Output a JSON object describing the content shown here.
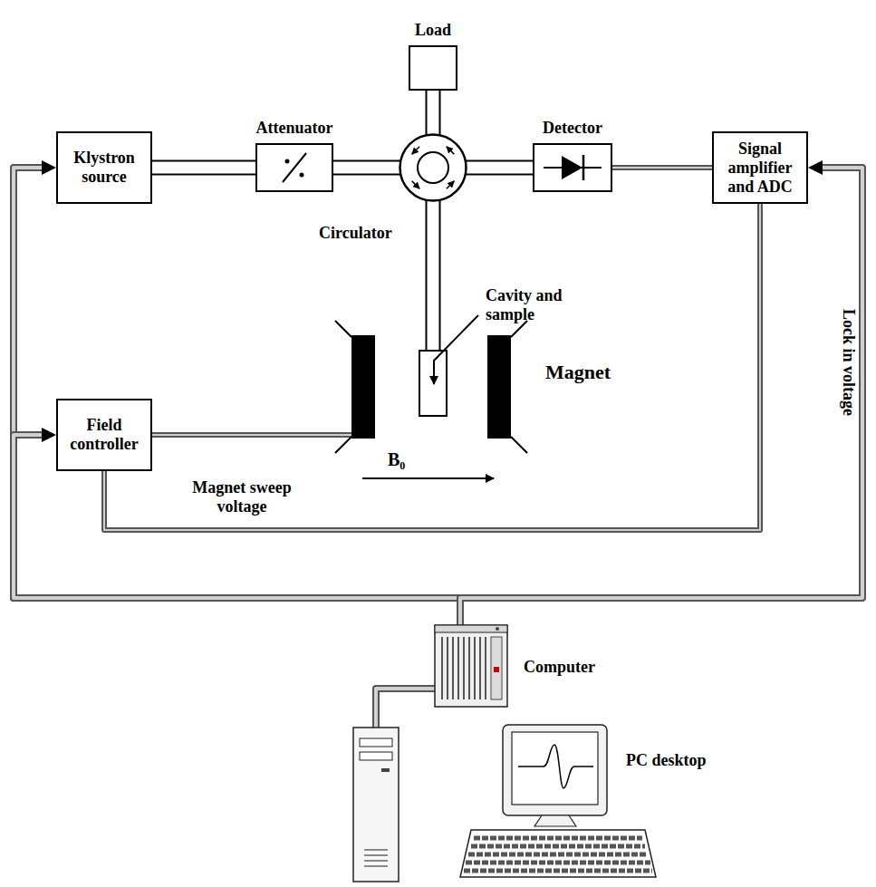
{
  "diagram": {
    "nodes": [
      {
        "text": [
          "Klystron source"
        ]
      },
      {
        "text": [
          "Attenuator"
        ]
      },
      {
        "text": [
          "Load"
        ]
      },
      {
        "text": [
          "Circulator"
        ]
      },
      {
        "text": [
          "Detector"
        ]
      },
      {
        "text": [
          "Signal amplifier and ADC"
        ]
      },
      {
        "text": [
          "Field controller"
        ]
      },
      {
        "text": [
          "Cavity and sample"
        ]
      },
      {
        "text": [
          "Magnet"
        ]
      },
      {
        "text": [
          "Computer"
        ]
      },
      {
        "text": [
          "PC desktop"
        ]
      }
    ],
    "edges": [
      {
        "from": 0,
        "to": 1,
        "arrow": "none"
      },
      {
        "from": 1,
        "to": 3,
        "arrow": "none"
      },
      {
        "from": 2,
        "to": 3,
        "arrow": "none"
      },
      {
        "from": 3,
        "to": 4,
        "arrow": "none"
      },
      {
        "from": 3,
        "to": 7,
        "arrow": "none"
      },
      {
        "from": 4,
        "to": 5,
        "arrow": "none"
      },
      {
        "from": 6,
        "to": 8,
        "label": "Magnet sweep voltage",
        "arrow": "none"
      },
      {
        "from": 5,
        "to": 6,
        "label": "Lock in voltage",
        "arrow": "none"
      },
      {
        "from": 9,
        "to": 0,
        "arrow": "to"
      },
      {
        "from": 9,
        "to": 6,
        "arrow": "to"
      },
      {
        "from": 9,
        "to": 5,
        "arrow": "to"
      },
      {
        "from": 9,
        "to": 10,
        "arrow": "none"
      }
    ],
    "labels": [
      "B₀"
    ]
  }
}
